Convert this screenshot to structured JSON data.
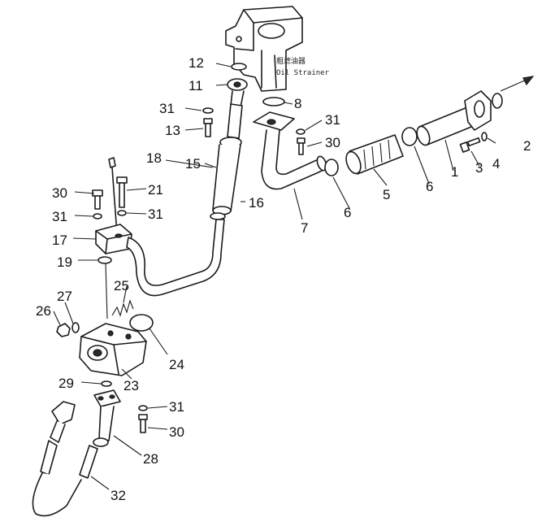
{
  "strainer_label": {
    "chinese": "粗滤油器",
    "english": "Oil Strainer"
  },
  "callouts": {
    "p1": "1",
    "p2": "2",
    "p3": "3",
    "p4": "4",
    "p5": "5",
    "p6a": "6",
    "p6b": "6",
    "p7": "7",
    "p8": "8",
    "p11": "11",
    "p12": "12",
    "p13": "13",
    "p15": "15",
    "p16": "16",
    "p17": "17",
    "p18": "18",
    "p19": "19",
    "p21": "21",
    "p23": "23",
    "p24": "24",
    "p25": "25",
    "p26": "26",
    "p27": "27",
    "p28": "28",
    "p29": "29",
    "p30a": "30",
    "p30b": "30",
    "p30c": "30",
    "p31a": "31",
    "p31b": "31",
    "p31c": "31",
    "p31d": "31",
    "p31e": "31",
    "p32": "32"
  }
}
